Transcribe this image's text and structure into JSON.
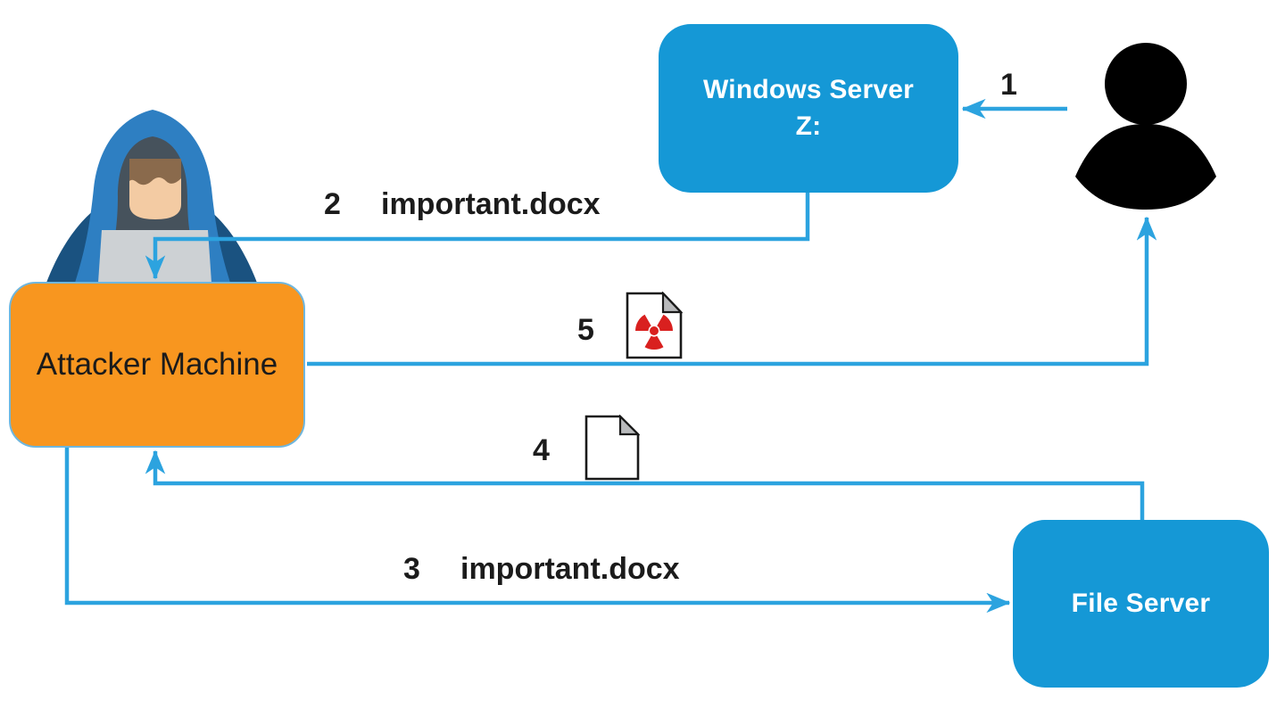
{
  "diagram": {
    "nodes": {
      "windows_server": {
        "label_line1": "Windows Server",
        "label_line2": "Z:"
      },
      "attacker_machine": {
        "label": "Attacker Machine"
      },
      "file_server": {
        "label": "File Server"
      }
    },
    "steps": {
      "s1": {
        "number": "1"
      },
      "s2": {
        "number": "2",
        "file": "important.docx"
      },
      "s3": {
        "number": "3",
        "file": "important.docx"
      },
      "s4": {
        "number": "4"
      },
      "s5": {
        "number": "5"
      }
    },
    "icons": {
      "user": "user-silhouette-icon",
      "attacker": "hooded-hacker-laptop-icon",
      "clean_document": "document-icon",
      "malicious_document": "radioactive-document-icon",
      "hazard": "radiation-trefoil-icon"
    },
    "colors": {
      "node_blue": "#1598d6",
      "arrow_blue": "#2ca3df",
      "node_orange": "#f8961f",
      "orange_border": "#6fb6dd",
      "text_dark": "#1b1b1b",
      "node_text": "#ffffff",
      "hazard_red": "#d9201f",
      "silhouette_black": "#000000"
    }
  }
}
